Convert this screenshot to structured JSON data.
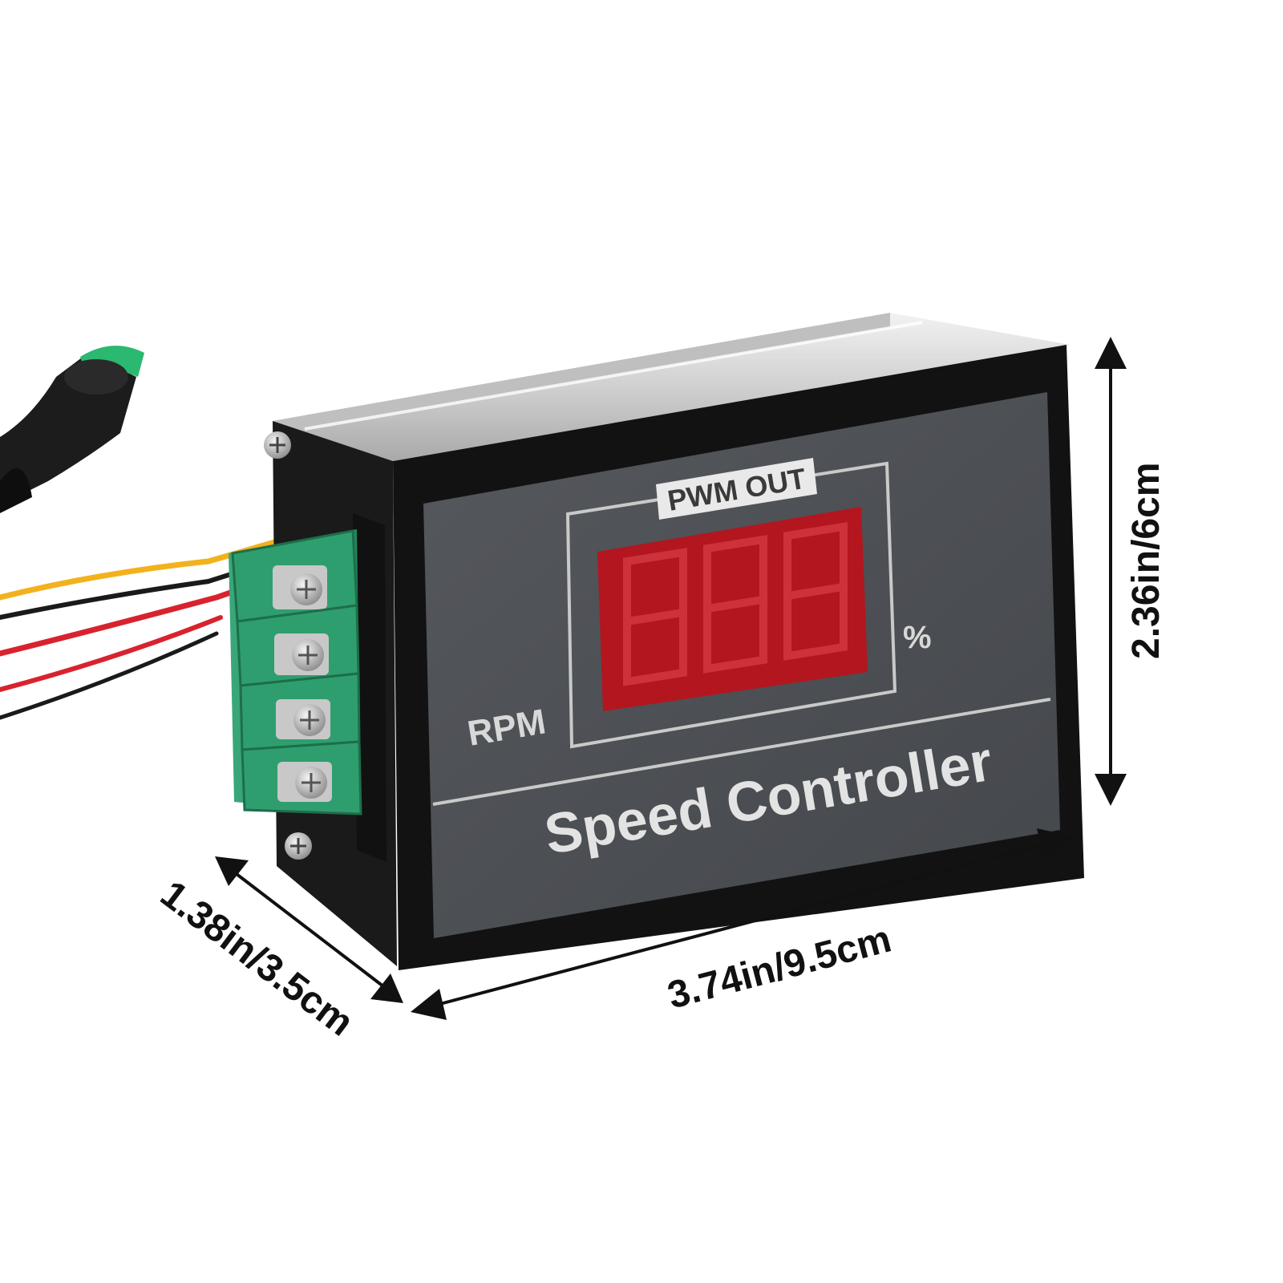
{
  "product": {
    "badge_text": "PWM OUT",
    "display_digits": "888",
    "percent_label": "%",
    "rpm_label": "RPM",
    "title": "Speed Controller"
  },
  "dimensions": {
    "height_label": "2.36in/6cm",
    "width_label": "3.74in/9.5cm",
    "depth_label": "1.38in/3.5cm"
  },
  "colors": {
    "bezel": "#141414",
    "faceplate": "#4d5055",
    "led": "#d41e2a",
    "terminal": "#2e9c6c",
    "heatsink": "#d9d9d9",
    "wire_yellow": "#f2b21d",
    "wire_red": "#d8232e",
    "arrow": "#111111"
  }
}
